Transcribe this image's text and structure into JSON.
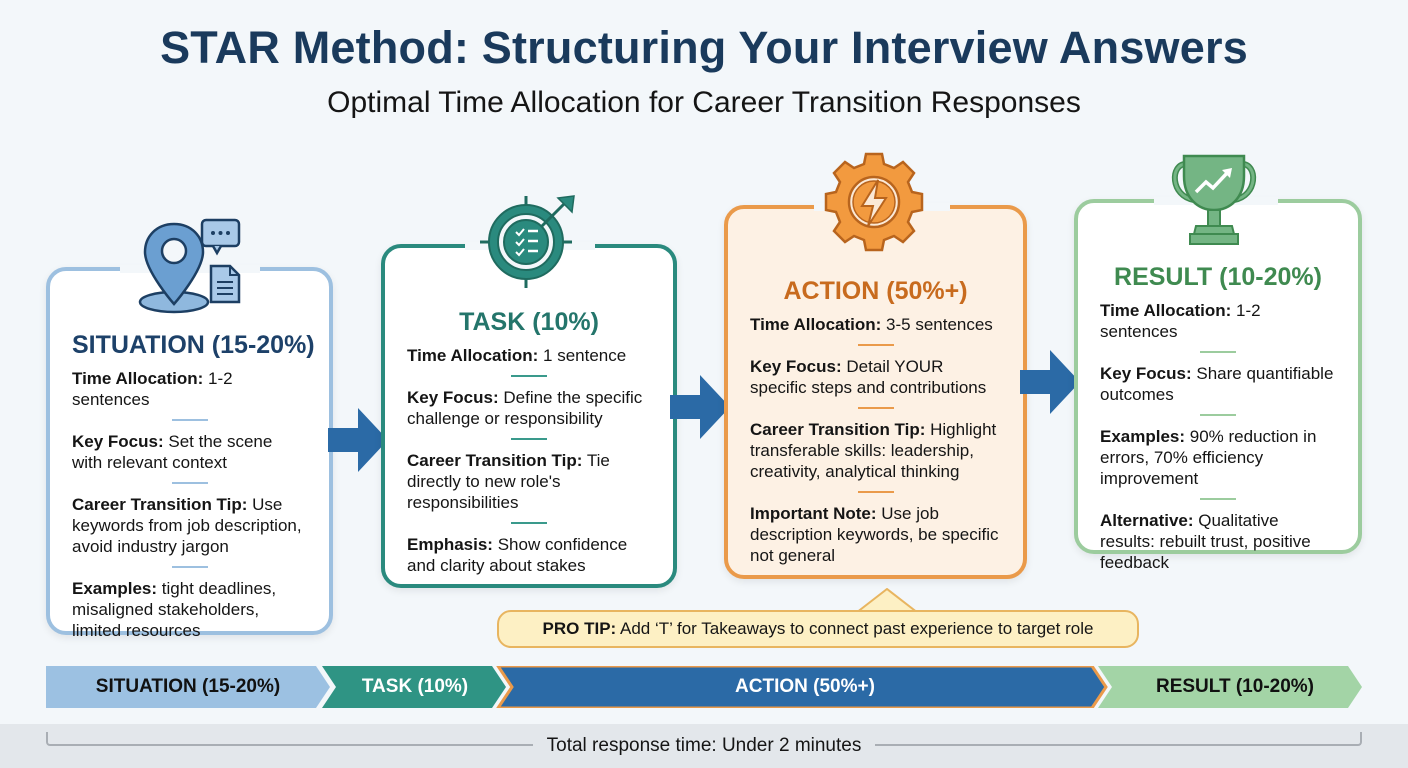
{
  "header": {
    "title": "STAR Method: Structuring Your Interview Answers",
    "subtitle": "Optimal Time Allocation for Career Transition Responses"
  },
  "colors": {
    "title": "#1a3a5c",
    "situation": "#9dc0e0",
    "task": "#2a8a7e",
    "action": "#ea9a4a",
    "action_bar": "#2b6aa6",
    "result": "#9ccc9e",
    "arrow": "#2b6aa6"
  },
  "cards": [
    {
      "id": "situation",
      "icon": "map-pin-chat-document-icon",
      "heading": "SITUATION (15-20%)",
      "items": [
        {
          "label": "Time Allocation:",
          "text": " 1-2 sentences"
        },
        {
          "label": "Key Focus:",
          "text": " Set the scene with relevant context"
        },
        {
          "label": "Career Transition Tip:",
          "text": " Use keywords from job description, avoid industry jargon"
        },
        {
          "label": "Examples:",
          "text": " tight deadlines, misaligned stakeholders, limited resources"
        }
      ]
    },
    {
      "id": "task",
      "icon": "target-checklist-icon",
      "heading": "TASK (10%)",
      "items": [
        {
          "label": "Time Allocation:",
          "text": " 1 sentence"
        },
        {
          "label": "Key Focus:",
          "text": " Define the specific challenge or responsibility"
        },
        {
          "label": "Career Transition Tip:",
          "text": " Tie directly to new role's responsibilities"
        },
        {
          "label": "Emphasis:",
          "text": " Show confidence and clarity about stakes"
        }
      ]
    },
    {
      "id": "action",
      "icon": "gear-lightning-icon",
      "heading": "ACTION (50%+)",
      "items": [
        {
          "label": "Time Allocation:",
          "text": " 3-5 sentences"
        },
        {
          "label": "Key Focus:",
          "text": " Detail YOUR specific steps and contributions"
        },
        {
          "label": "Career Transition Tip:",
          "text": " Highlight transferable skills: leadership, creativity, analytical thinking"
        },
        {
          "label": "Important Note:",
          "text": " Use job description keywords, be specific not general"
        }
      ]
    },
    {
      "id": "result",
      "icon": "trophy-trend-icon",
      "heading": "RESULT (10-20%)",
      "items": [
        {
          "label": "Time Allocation:",
          "text": " 1-2 sentences"
        },
        {
          "label": "Key Focus:",
          "text": " Share quantifiable outcomes"
        },
        {
          "label": "Examples:",
          "text": " 90% reduction in errors, 70% efficiency improvement"
        },
        {
          "label": "Alternative:",
          "text": " Qualitative results: rebuilt trust, positive feedback"
        }
      ]
    }
  ],
  "pro_tip": {
    "label": "PRO TIP:",
    "text": " Add ‘T’ for Takeaways to connect past experience to target role"
  },
  "timeline": {
    "segments": [
      {
        "label": "SITUATION (15-20%)",
        "share_min": 15,
        "share_max": 20
      },
      {
        "label": "TASK (10%)",
        "share_min": 10,
        "share_max": 10
      },
      {
        "label": "ACTION (50%+)",
        "share_min": 50,
        "share_max": null
      },
      {
        "label": "RESULT (10-20%)",
        "share_min": 10,
        "share_max": 20
      }
    ]
  },
  "footer": {
    "text": "Total response time: Under 2 minutes"
  }
}
